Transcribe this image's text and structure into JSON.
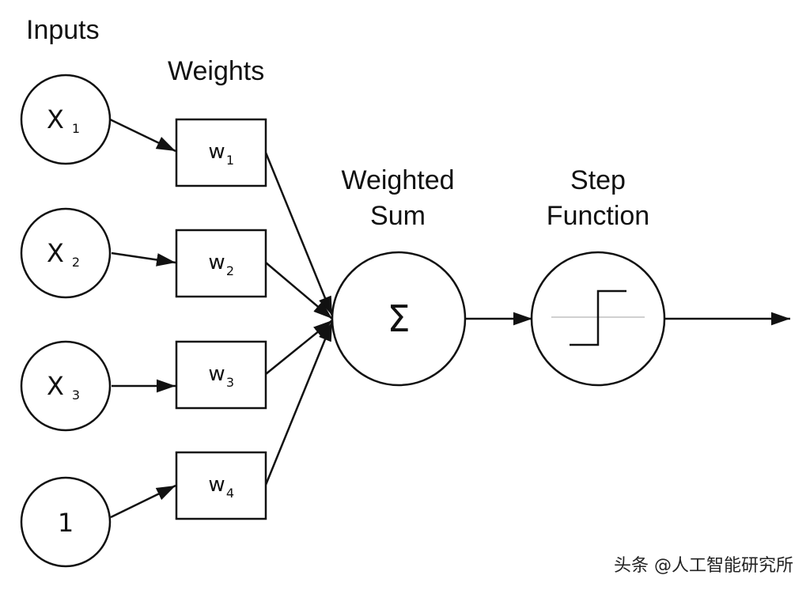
{
  "labels": {
    "inputs": "Inputs",
    "weights": "Weights",
    "weighted_sum_line1": "Weighted",
    "weighted_sum_line2": "Sum",
    "step_function_line1": "Step",
    "step_function_line2": "Function"
  },
  "inputs": [
    {
      "base": "X",
      "sub": "1"
    },
    {
      "base": "X",
      "sub": "2"
    },
    {
      "base": "X",
      "sub": "3"
    },
    {
      "base": "1",
      "sub": ""
    }
  ],
  "weights": [
    {
      "base": "w",
      "sub": "1"
    },
    {
      "base": "w",
      "sub": "2"
    },
    {
      "base": "w",
      "sub": "3"
    },
    {
      "base": "w",
      "sub": "4"
    }
  ],
  "sum_symbol": "Σ",
  "watermark": "头条 @人工智能研究所",
  "colors": {
    "stroke": "#111111",
    "background": "#ffffff",
    "threshold_line": "#c0c0c0"
  }
}
